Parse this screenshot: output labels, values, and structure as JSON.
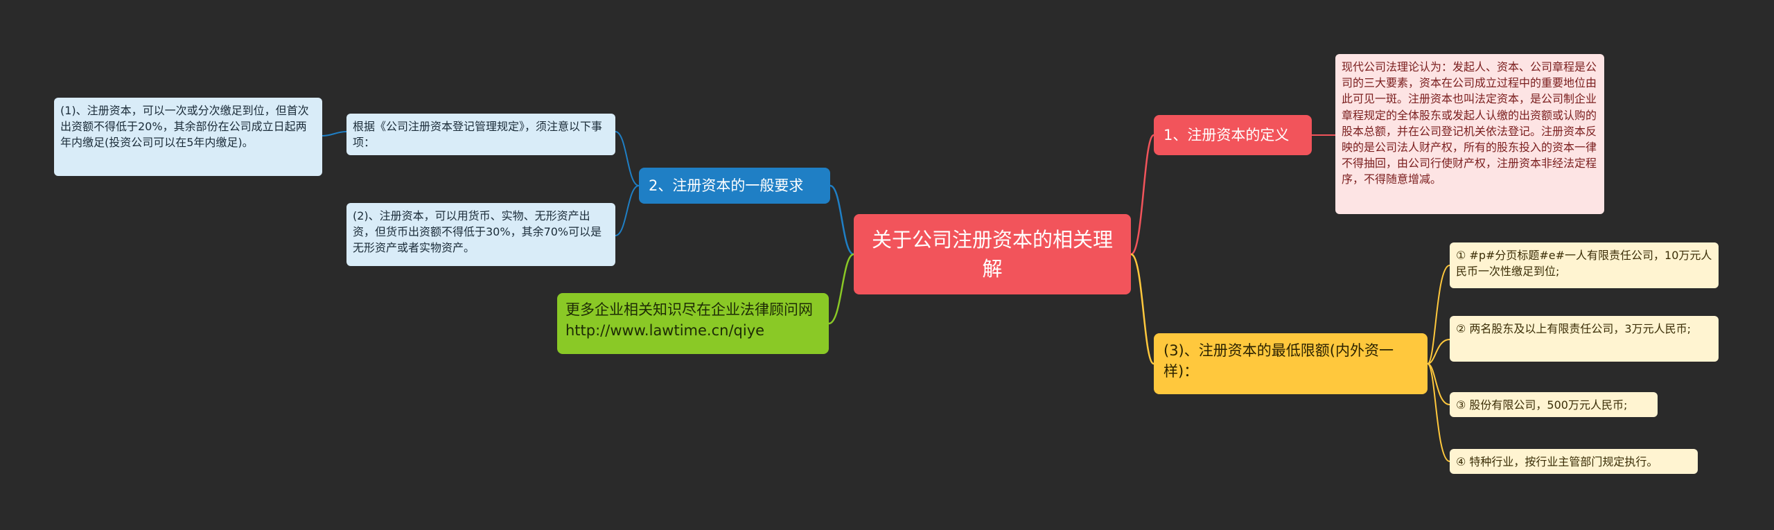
{
  "root": {
    "text": "关于公司注册资本的相关理解"
  },
  "branch_definition": {
    "label": "1、注册资本的定义",
    "detail": "现代公司法理论认为：发起人、资本、公司章程是公司的三大要素，资本在公司成立过程中的重要地位由此可见一斑。注册资本也叫法定资本，是公司制企业章程规定的全体股东或发起人认缴的出资额或认购的股本总额，并在公司登记机关依法登记。注册资本反映的是公司法人财产权，所有的股东投入的资本一律不得抽回，由公司行使财产权，注册资本非经法定程序，不得随意增减。"
  },
  "branch_requirements": {
    "label": "2、注册资本的一般要求",
    "sub1": {
      "text": "根据《公司注册资本登记管理规定》，须注意以下事项："
    },
    "sub1_child": {
      "text": "(1)、注册资本，可以一次或分次缴足到位，但首次出资额不得低于20%，其余部份在公司成立日起两年内缴足(投资公司可以在5年内缴足)。"
    },
    "sub2": {
      "text": "(2)、注册资本，可以用货币、实物、无形资产出资，但货币出资额不得低于30%，其余70%可以是无形资产或者实物资产。"
    }
  },
  "branch_more": {
    "text": "更多企业相关知识尽在企业法律顾问网http://www.lawtime.cn/qiye"
  },
  "branch_minimum": {
    "label": "(3)、注册资本的最低限额(内外资一样)：",
    "items": [
      "① #p#分页标题#e#一人有限责任公司，10万元人民币一次性缴足到位;",
      "② 两名股东及以上有限责任公司，3万元人民币;",
      "③ 股份有限公司，500万元人民币;",
      "④ 特种行业，按行业主管部门规定执行。"
    ]
  },
  "colors": {
    "background": "#2a2a2a",
    "root": "#f2545b",
    "definition": "#f2545b",
    "requirements": "#1f7fc5",
    "more": "#8ac926",
    "minimum": "#ffc83d"
  }
}
